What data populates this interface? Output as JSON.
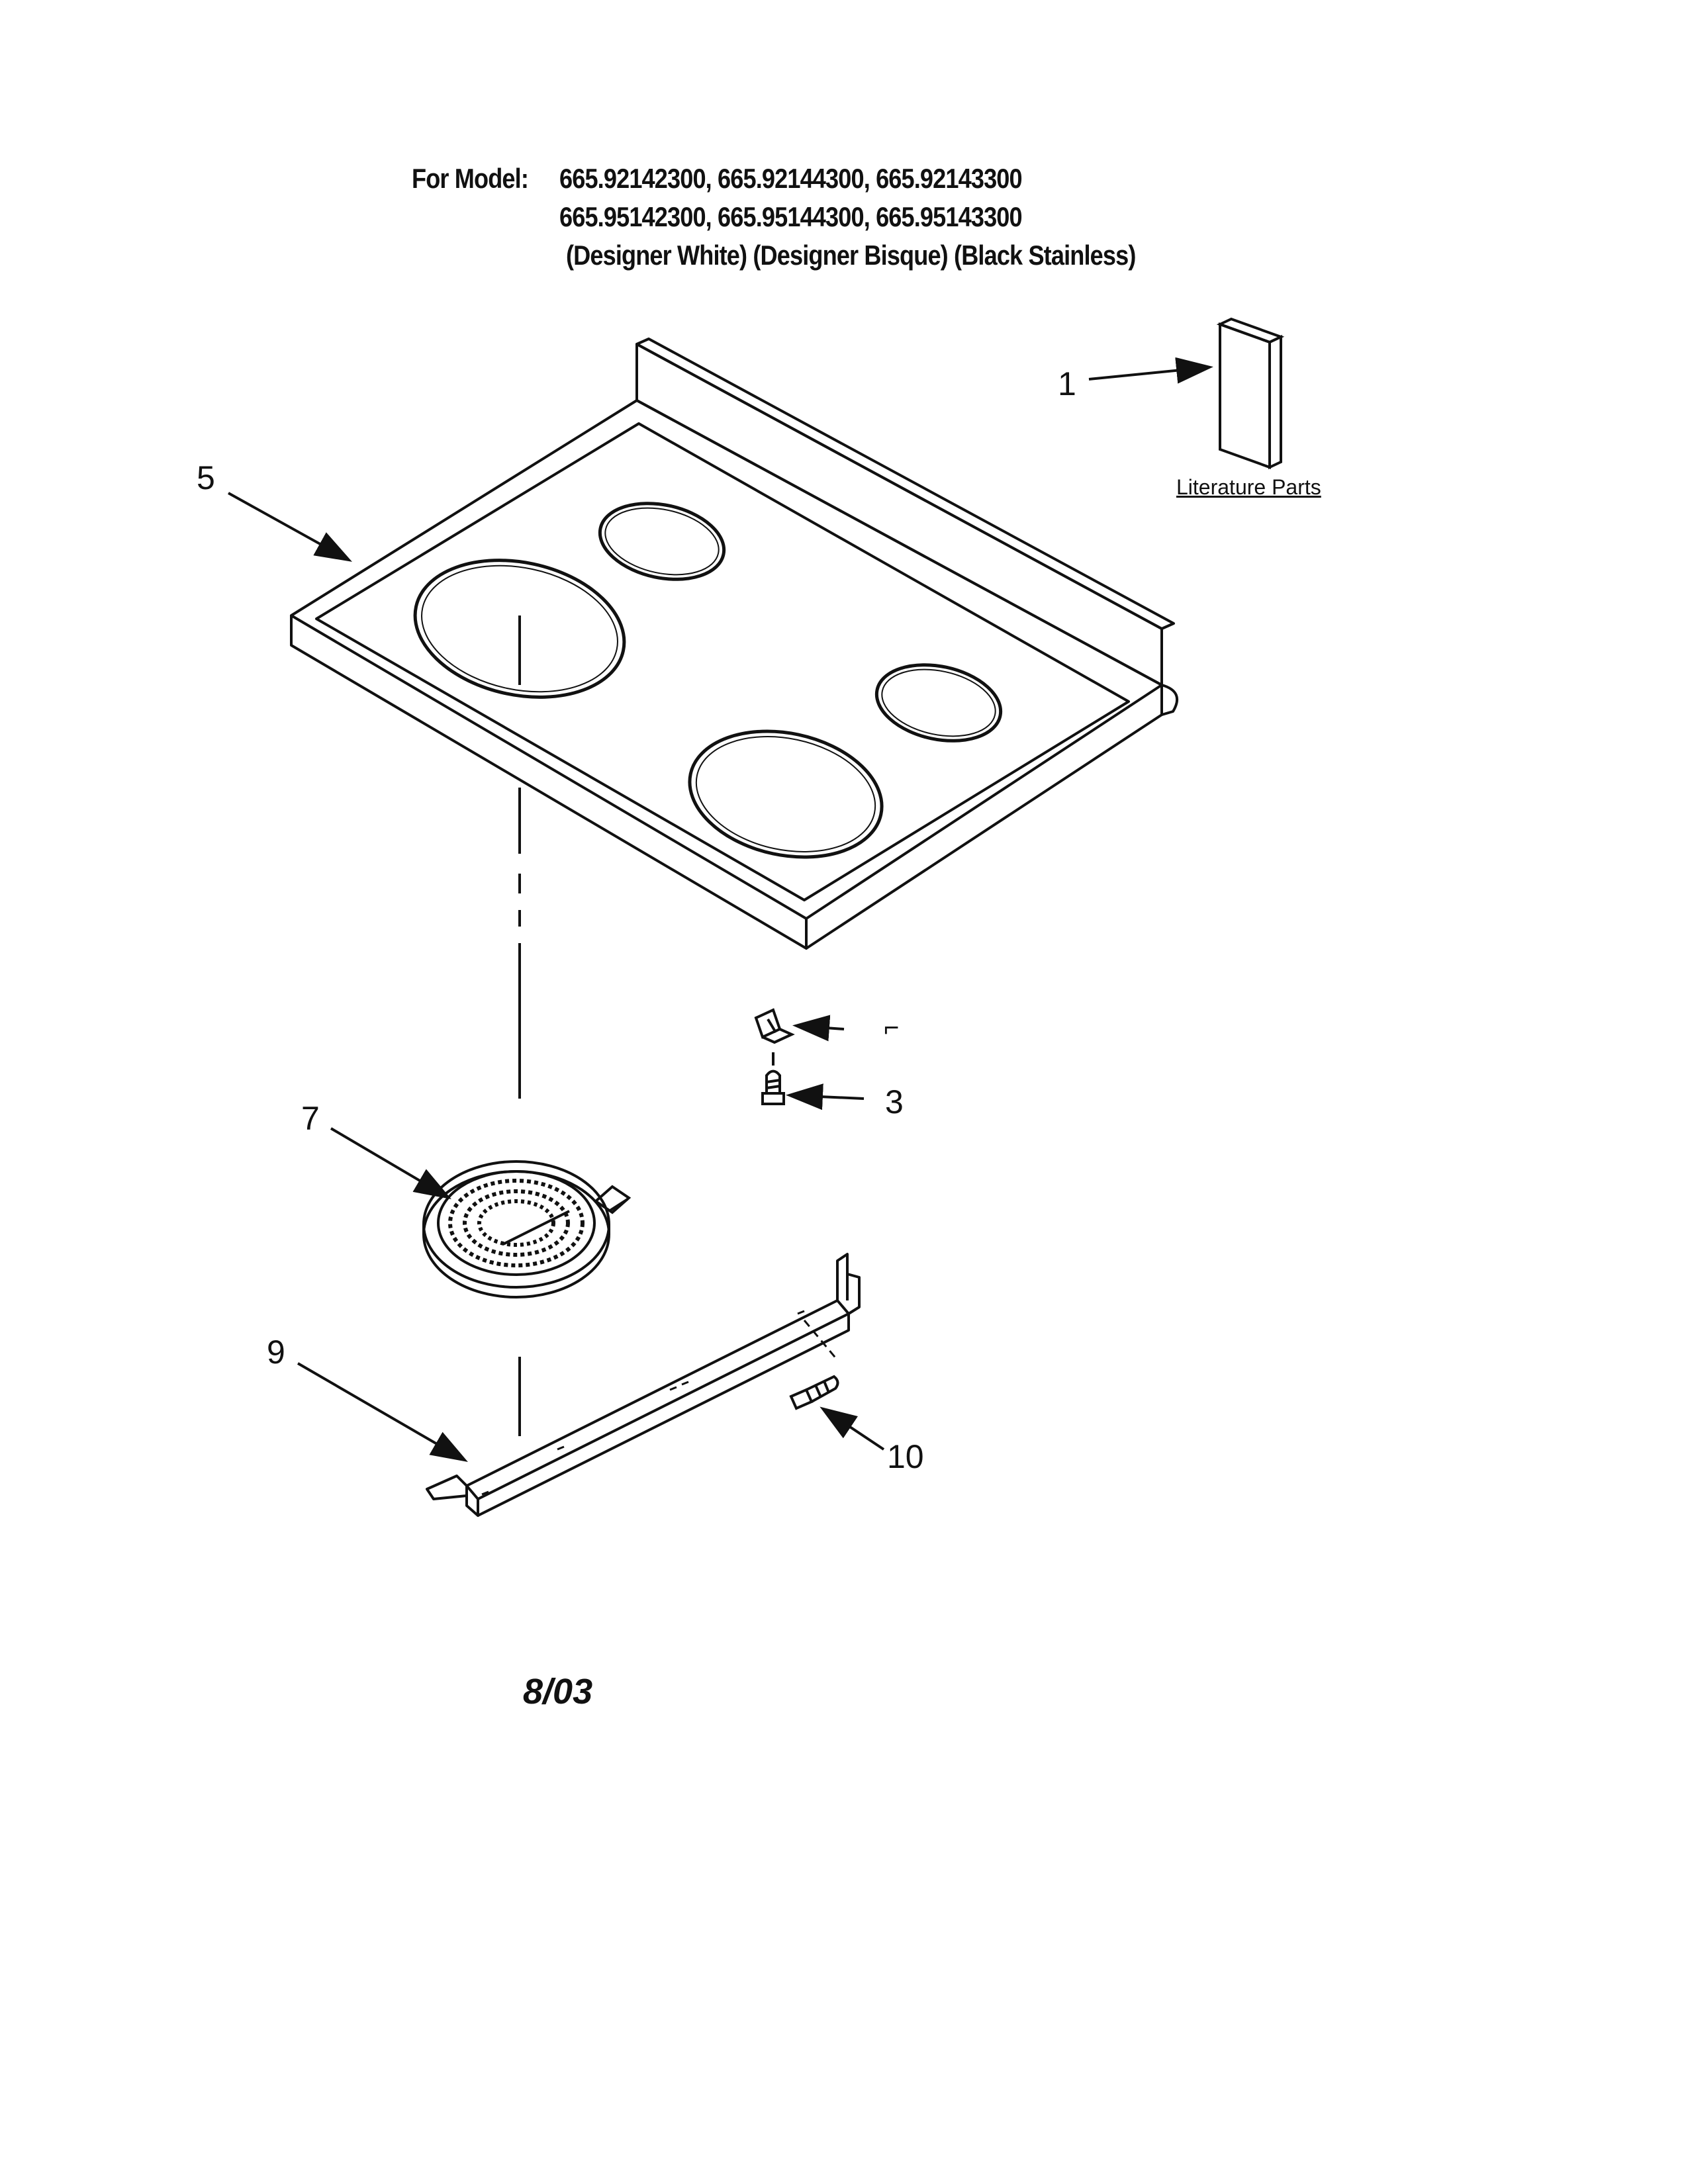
{
  "header": {
    "label": "For Model:",
    "line1": "665.92142300, 665.92144300, 665.92143300",
    "line2": "665.95142300, 665.95144300, 665.95143300",
    "line3": "(Designer White)   (Designer Bisque)   (Black Stainless)"
  },
  "literature_label": "Literature Parts",
  "callouts": {
    "c1": "1",
    "c2": "⌐",
    "c3": "3",
    "c5": "5",
    "c7": "7",
    "c9": "9",
    "c10": "10"
  },
  "date": "8/03"
}
